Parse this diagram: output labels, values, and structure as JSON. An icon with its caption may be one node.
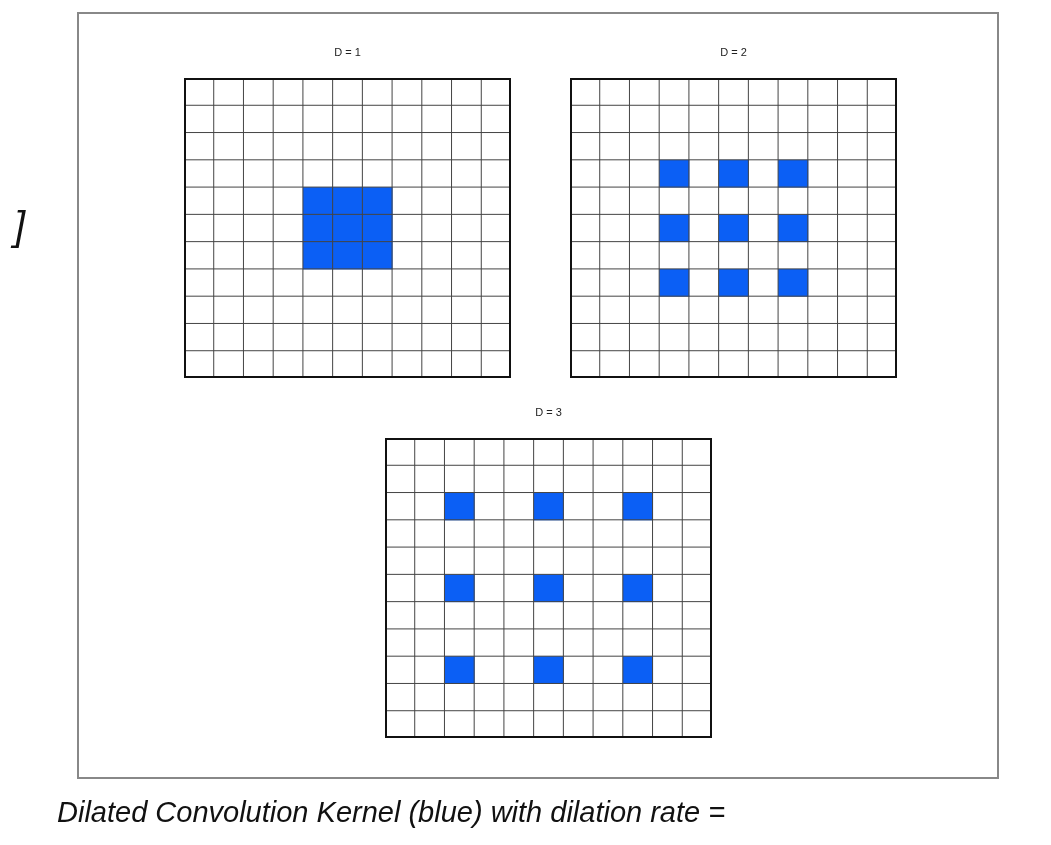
{
  "diagram": {
    "caption": "Dilated Convolution Kernel (blue) with dilation rate =",
    "nodes": [
      {
        "text": [
          "D = 1"
        ]
      },
      {
        "text": [
          "D = 2"
        ]
      },
      {
        "text": [
          "D = 3"
        ]
      }
    ],
    "labels": [
      "]"
    ]
  }
}
